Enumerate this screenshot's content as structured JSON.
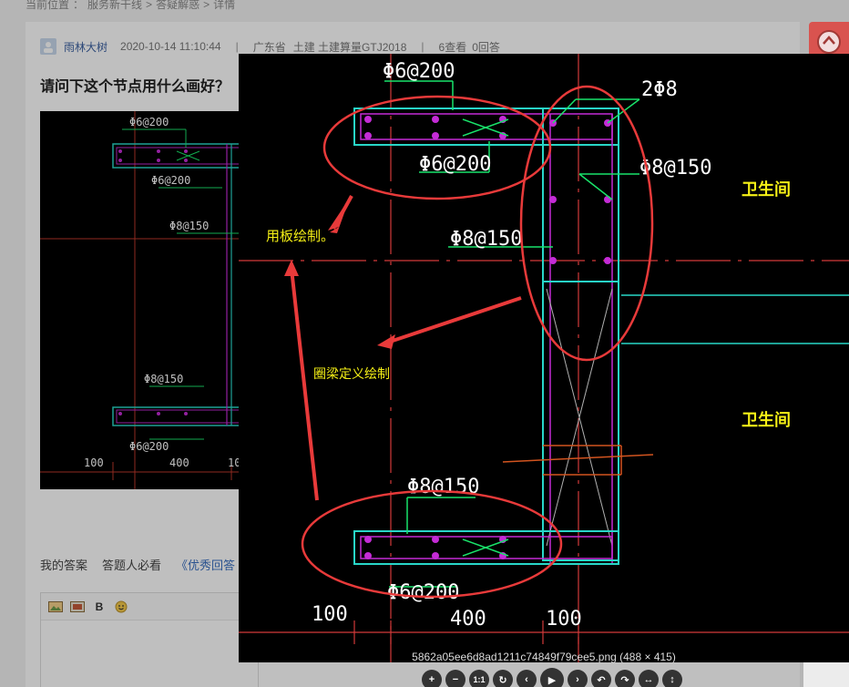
{
  "breadcrumb": {
    "items": [
      "当前位置",
      "：",
      "服务新干线",
      ">",
      "答疑解惑",
      ">",
      "详情"
    ]
  },
  "question": {
    "author": "雨林大树",
    "datetime": "2020-10-14 11:10:44",
    "region": "广东省",
    "tags": "土建 土建算量GTJ2018",
    "views": "6查看",
    "answers": "0回答",
    "title": "请问下这个节点用什么画好？"
  },
  "answer_bar": {
    "my_answer": "我的答案",
    "must_read": "答题人必看",
    "good_answer": "《优秀回答"
  },
  "editor": {
    "bold_label": "B"
  },
  "viewer": {
    "filename": "5862a05ee6d8ad1211c74849f79cee5.png (488 × 415)",
    "annotations": {
      "slab": "用板绘制。",
      "ring_beam": "圈梁定义绘制"
    },
    "cad_labels": {
      "top_bar": "Φ6@200",
      "top_mid": "Φ6@200",
      "right_bars": "2Φ8",
      "stirrup_right": "Φ8@150",
      "stirrup_mid": "Φ8@150",
      "bottom_top": "Φ8@150",
      "bottom_bar": "Φ6@200",
      "dim_left": "100",
      "dim_mid": "400",
      "dim_right": "100",
      "room1": "卫生间",
      "room2": "卫生间"
    },
    "thumb_labels": {
      "a": "Φ6@200",
      "b": "Φ6@200",
      "c": "Φ8@150",
      "d": "Φ8@150",
      "e": "Φ6@200",
      "dim1": "100",
      "dim2": "400",
      "dim3": "10"
    },
    "controls": [
      "+",
      "−",
      "1:1",
      "↻",
      "‹",
      "▶",
      "›",
      "↶",
      "↷",
      "↔",
      "↕"
    ]
  },
  "colors": {
    "annotation": "#e83a3a",
    "cad_green": "#19e36a",
    "cad_cyan": "#28d7c8",
    "cad_magenta": "#c42bd6",
    "cad_yellow": "#f5f016"
  }
}
